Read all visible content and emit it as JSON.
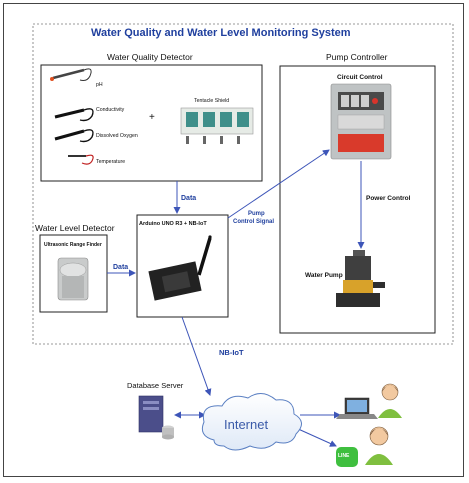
{
  "diagram": {
    "title": "Water Quality and Water Level Monitoring System",
    "water_quality_detector": {
      "label": "Water Quality Detector",
      "sensors": [
        "pH",
        "Conductivity",
        "Dissolved Oxygen",
        "Temperature"
      ],
      "plus": "+",
      "shield": "Tentacle Shield"
    },
    "pump_controller": {
      "label": "Pump Controller",
      "circuit": "Circuit Control",
      "power": "Power Control",
      "pump": "Water Pump"
    },
    "water_level_detector": {
      "label": "Water Level Detector",
      "sensor": "Ultrasonic Range Finder"
    },
    "arduino": "Arduino UNO R3 + NB-IoT",
    "edges": {
      "data_top": "Data",
      "data_left": "Data",
      "pump_control_line1": "Pump",
      "pump_control_line2": "Control  Signal",
      "nbiot": "NB-IoT"
    },
    "database": "Database Server",
    "internet": "Internet",
    "line_badge": "LINE"
  },
  "colors": {
    "title_blue": "#1f3f9e",
    "arrow_blue": "#3d55b8",
    "line_green": "#3fbf3f"
  }
}
